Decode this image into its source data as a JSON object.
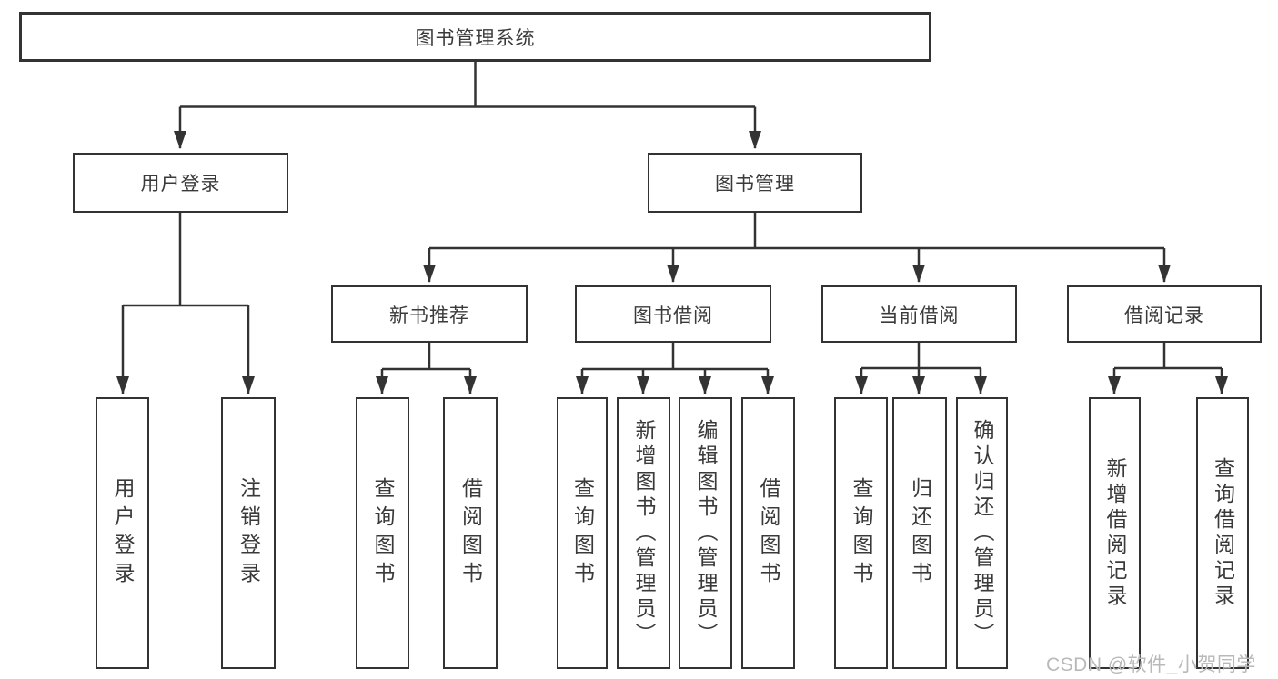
{
  "colors": {
    "line": "#333333",
    "box_border": "#333333",
    "text": "#3a3a3a",
    "background": "#ffffff",
    "watermark": "#b9b9b9"
  },
  "root": {
    "label": "图书管理系统"
  },
  "branches": {
    "user_login": {
      "label": "用户登录",
      "leaves": [
        "用户登录",
        "注销登录"
      ]
    },
    "book_mgmt": {
      "label": "图书管理",
      "sections": {
        "new_books": {
          "label": "新书推荐",
          "leaves": [
            "查询图书",
            "借阅图书"
          ]
        },
        "book_borrow": {
          "label": "图书借阅",
          "leaves": [
            "查询图书",
            "新增图书（管理员）",
            "编辑图书（管理员）",
            "借阅图书"
          ]
        },
        "current_borrow": {
          "label": "当前借阅",
          "leaves": [
            "查询图书",
            "归还图书",
            "确认归还（管理员）"
          ]
        },
        "borrow_records": {
          "label": "借阅记录",
          "leaves": [
            "新增借阅记录",
            "查询借阅记录"
          ]
        }
      }
    }
  },
  "watermark": {
    "text": "CSDN @软件_小贺同学"
  }
}
